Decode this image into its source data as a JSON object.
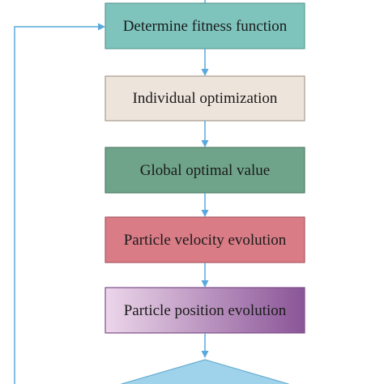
{
  "flowchart": {
    "steps": [
      {
        "label": "Determine fitness function",
        "fill": "#7ec4bd",
        "stroke": "#5b9b94"
      },
      {
        "label": "Individual optimization",
        "fill": "#ede4dc",
        "stroke": "#a89a8e"
      },
      {
        "label": "Global optimal value",
        "fill": "#6fa48a",
        "stroke": "#4f7f67"
      },
      {
        "label": "Particle velocity evolution",
        "fill": "#d97c86",
        "stroke": "#a95862"
      },
      {
        "label": "Particle position evolution",
        "fill_start": "#ecd6ea",
        "fill_end": "#8a5597",
        "stroke": "#7d4c88"
      }
    ],
    "decision": {
      "fill": "#9fd3ec",
      "stroke": "#6aaed0"
    },
    "connector_color": "#5aa9dd"
  }
}
